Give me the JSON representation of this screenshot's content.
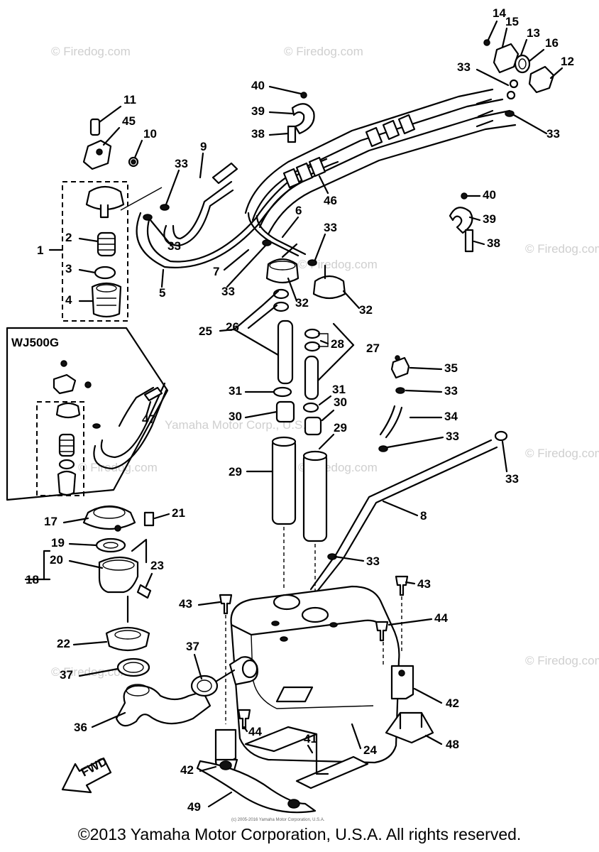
{
  "watermark": "© Firedog.com",
  "watermark_partial": "Yamaha Motor Corp., U.S.A.",
  "variant_label": "WJ500G",
  "direction_label": "FWD",
  "small_copyright": "(c) 2005-2016 Yamaha Motor Corporation, U.S.A.",
  "footer": "©2013 Yamaha Motor Corporation, U.S.A. All rights reserved.",
  "callouts": [
    "1",
    "2",
    "3",
    "4",
    "5",
    "6",
    "7",
    "8",
    "9",
    "10",
    "11",
    "12",
    "13",
    "14",
    "15",
    "16",
    "17",
    "18",
    "19",
    "20",
    "21",
    "22",
    "23",
    "24",
    "25",
    "26",
    "27",
    "28",
    "29",
    "30",
    "31",
    "32",
    "33",
    "34",
    "35",
    "36",
    "37",
    "38",
    "39",
    "40",
    "41",
    "42",
    "43",
    "44",
    "45",
    "46",
    "47",
    "48",
    "49"
  ]
}
